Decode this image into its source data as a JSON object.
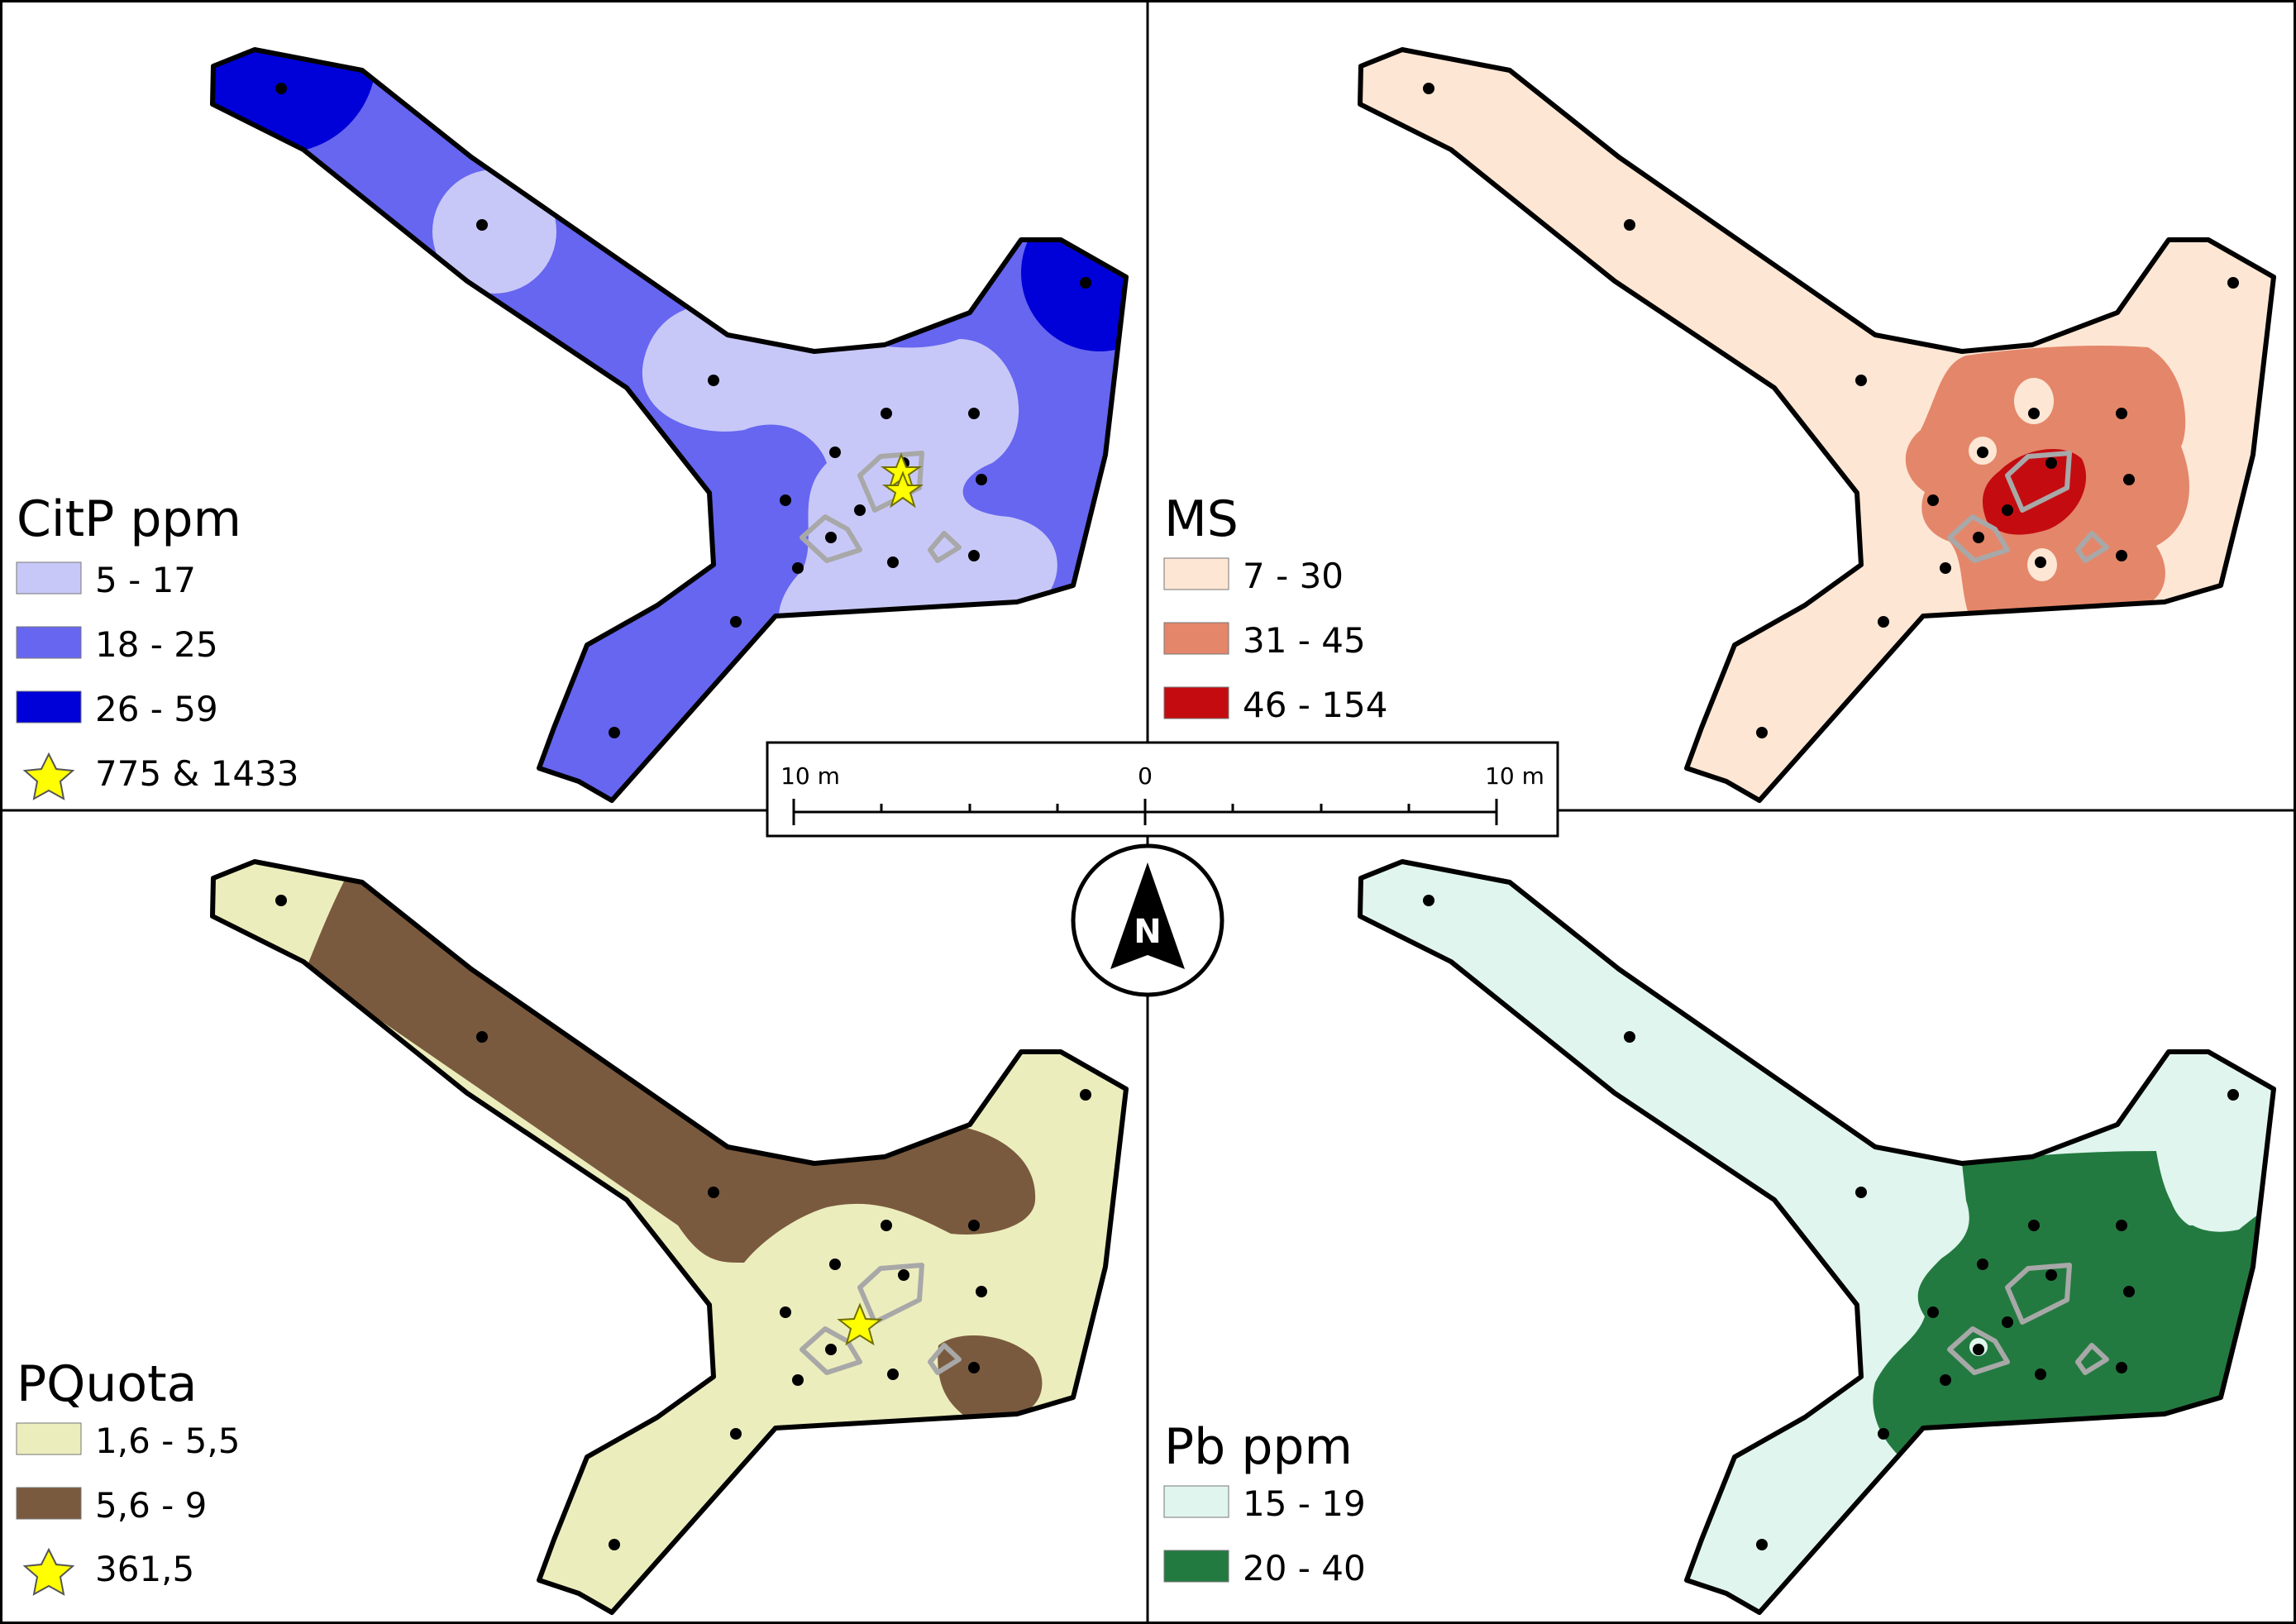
{
  "panels": {
    "citp": {
      "title": "CitP ppm",
      "classes": [
        {
          "label": "5 - 17",
          "color": "#c8c8f8"
        },
        {
          "label": "18 - 25",
          "color": "#6666f0"
        },
        {
          "label": "26 - 59",
          "color": "#0000d8"
        }
      ],
      "marker": {
        "label": "775 & 1433",
        "color": "#ffff00"
      }
    },
    "ms": {
      "title": "MS",
      "classes": [
        {
          "label": "7 - 30",
          "color": "#fde6d4"
        },
        {
          "label": "31 - 45",
          "color": "#e4866a"
        },
        {
          "label": "46 - 154",
          "color": "#c40c10"
        }
      ]
    },
    "pquota": {
      "title": "PQuota",
      "classes": [
        {
          "label": "1,6 - 5,5",
          "color": "#ecedbd"
        },
        {
          "label": "5,6 - 9",
          "color": "#7a5a3e"
        }
      ],
      "marker": {
        "label": "361,5",
        "color": "#ffff00"
      }
    },
    "pb": {
      "title": "Pb ppm",
      "classes": [
        {
          "label": "15 - 19",
          "color": "#e0f5ee"
        },
        {
          "label": "20 - 40",
          "color": "#237a40"
        }
      ]
    }
  },
  "scalebar": {
    "left_label": "10 m",
    "center_label": "0",
    "right_label": "10 m"
  },
  "north_arrow": {
    "label": "N"
  },
  "colors": {
    "outline": "#000000",
    "feature": "#a8a8a8",
    "point": "#000000"
  }
}
